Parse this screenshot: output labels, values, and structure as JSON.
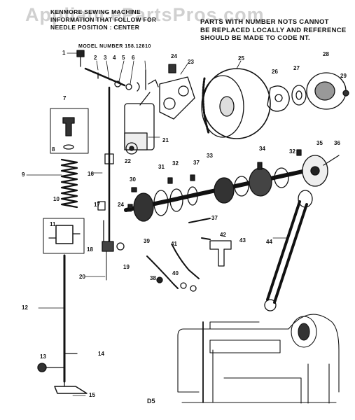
{
  "watermark": "AppliancePartsPros.com",
  "header_left": {
    "line1": "KENMORE SEWING MACHINE",
    "line2": "INFORMATION THAT FOLLOW FOR",
    "line3": "NEEDLE POSITION : CENTER"
  },
  "header_right": {
    "line1": "PARTS WITH NUMBER NOTS CANNOT",
    "line2": "BE REPLACED LOCALLY AND REFERENCE",
    "line3": "SHOULD BE MADE TO CODE NT."
  },
  "model_number": "MODEL NUMBER 158.12810",
  "footer_code": "D5",
  "callouts": [
    {
      "id": "c1",
      "label": "1"
    },
    {
      "id": "c2",
      "label": "2"
    },
    {
      "id": "c3",
      "label": "3"
    },
    {
      "id": "c4",
      "label": "4"
    },
    {
      "id": "c5",
      "label": "5"
    },
    {
      "id": "c6",
      "label": "6"
    },
    {
      "id": "c7",
      "label": "7"
    },
    {
      "id": "c8",
      "label": "8"
    },
    {
      "id": "c9",
      "label": "9"
    },
    {
      "id": "c10",
      "label": "10"
    },
    {
      "id": "c11",
      "label": "11"
    },
    {
      "id": "c12",
      "label": "12"
    },
    {
      "id": "c13",
      "label": "13"
    },
    {
      "id": "c14",
      "label": "14"
    },
    {
      "id": "c15",
      "label": "15"
    },
    {
      "id": "c16",
      "label": "16"
    },
    {
      "id": "c17",
      "label": "17"
    },
    {
      "id": "c18",
      "label": "18"
    },
    {
      "id": "c19",
      "label": "19"
    },
    {
      "id": "c20",
      "label": "20"
    },
    {
      "id": "c21",
      "label": "21"
    },
    {
      "id": "c22",
      "label": "22"
    },
    {
      "id": "c23",
      "label": "23"
    },
    {
      "id": "c24",
      "label": "24"
    },
    {
      "id": "c24b",
      "label": "24"
    },
    {
      "id": "c25",
      "label": "25"
    },
    {
      "id": "c26",
      "label": "26"
    },
    {
      "id": "c27",
      "label": "27"
    },
    {
      "id": "c28",
      "label": "28"
    },
    {
      "id": "c29",
      "label": "29"
    },
    {
      "id": "c30",
      "label": "30"
    },
    {
      "id": "c31",
      "label": "31"
    },
    {
      "id": "c32",
      "label": "32"
    },
    {
      "id": "c32b",
      "label": "32"
    },
    {
      "id": "c33",
      "label": "33"
    },
    {
      "id": "c34",
      "label": "34"
    },
    {
      "id": "c35",
      "label": "35"
    },
    {
      "id": "c36",
      "label": "36"
    },
    {
      "id": "c37",
      "label": "37"
    },
    {
      "id": "c37b",
      "label": "37"
    },
    {
      "id": "c38",
      "label": "38"
    },
    {
      "id": "c39",
      "label": "39"
    },
    {
      "id": "c40",
      "label": "40"
    },
    {
      "id": "c41",
      "label": "41"
    },
    {
      "id": "c42",
      "label": "42"
    },
    {
      "id": "c43",
      "label": "43"
    },
    {
      "id": "c44",
      "label": "44"
    }
  ]
}
